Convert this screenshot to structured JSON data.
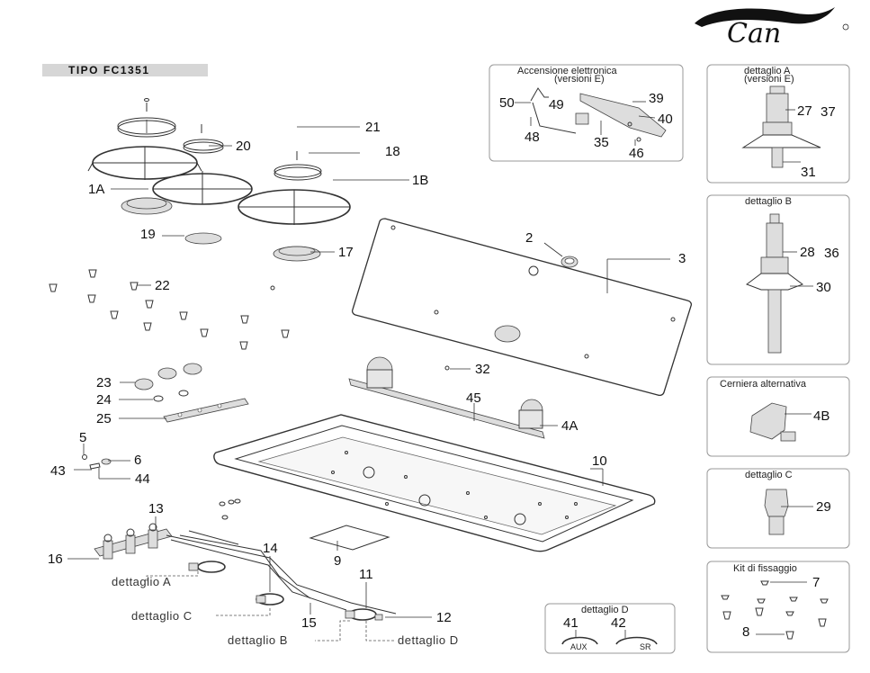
{
  "brand": "Can",
  "model_title": "TIPO FC1351",
  "part_labels": {
    "p20": "20",
    "p21": "21",
    "p18": "18",
    "p1A": "1A",
    "p1B": "1B",
    "p19": "19",
    "p17": "17",
    "p22": "22",
    "p23": "23",
    "p24": "24",
    "p25": "25",
    "p5": "5",
    "p6": "6",
    "p43": "43",
    "p44": "44",
    "p13": "13",
    "p16": "16",
    "p14": "14",
    "p15": "15",
    "p11": "11",
    "p12": "12",
    "p9": "9",
    "p10": "10",
    "p2": "2",
    "p3": "3",
    "p32": "32",
    "p45": "45",
    "p4A": "4A"
  },
  "detail_links": {
    "a": "dettaglio A",
    "b": "dettaglio B",
    "c": "dettaglio C",
    "d": "dettaglio D"
  },
  "boxes": {
    "ignition": {
      "title_line1": "Accensione elettronica",
      "title_line2": "(versioni E)",
      "labels": {
        "p50": "50",
        "p49": "49",
        "p48": "48",
        "p35": "35",
        "p39": "39",
        "p40": "40",
        "p46": "46"
      }
    },
    "detail_a": {
      "title_line1": "dettaglio A",
      "title_line2": "(versioni E)",
      "labels": {
        "p27": "27",
        "p37": "37",
        "p31": "31"
      }
    },
    "detail_b": {
      "title": "dettaglio B",
      "labels": {
        "p28": "28",
        "p36": "36",
        "p30": "30"
      }
    },
    "hinge": {
      "title": "Cerniera alternativa",
      "labels": {
        "p4B": "4B"
      }
    },
    "detail_c": {
      "title": "dettaglio C",
      "labels": {
        "p29": "29"
      }
    },
    "fixing_kit": {
      "title": "Kit di fissaggio",
      "labels": {
        "p7": "7",
        "p8": "8"
      }
    },
    "detail_d": {
      "title": "dettaglio D",
      "labels": {
        "p41": "41",
        "p42": "42"
      },
      "sub_aux": "AUX",
      "sub_sr": "SR"
    }
  }
}
